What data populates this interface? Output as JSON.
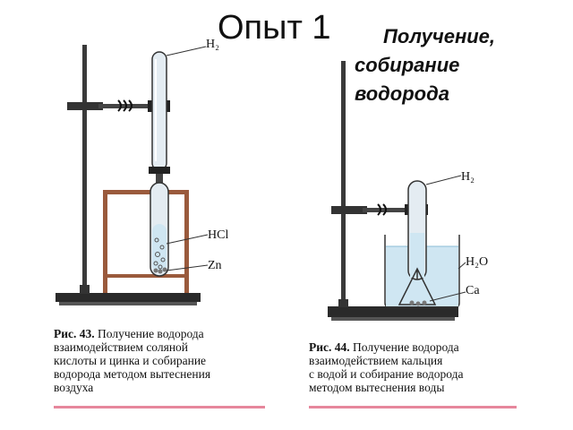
{
  "slide": {
    "title": "Опыт 1",
    "subtitle_lines": [
      "Получение,",
      "собирание",
      "водорода"
    ]
  },
  "figure43": {
    "labels": {
      "gas": "H₂",
      "acid": "HCl",
      "metal": "Zn"
    },
    "caption": {
      "number": "Рис. 43.",
      "lines": [
        "Получение водорода",
        "взаимодействием соляной",
        "кислоты и цинка и собирание",
        "водорода методом вытеснения",
        "воздуха"
      ]
    }
  },
  "figure44": {
    "labels": {
      "gas": "H₂",
      "water": "H₂O",
      "metal": "Ca"
    },
    "caption": {
      "number": "Рис. 44.",
      "lines": [
        "Получение водорода",
        "взаимодействием кальция",
        "с водой и собирание водорода",
        "методом вытеснения воды"
      ]
    }
  },
  "colors": {
    "stand": "#2a2a2a",
    "wood_frame": "#9a5a3c",
    "water": "#cfe6f2",
    "tube_glass": "#e4ecf2",
    "caption_rule": "#e6879c"
  }
}
